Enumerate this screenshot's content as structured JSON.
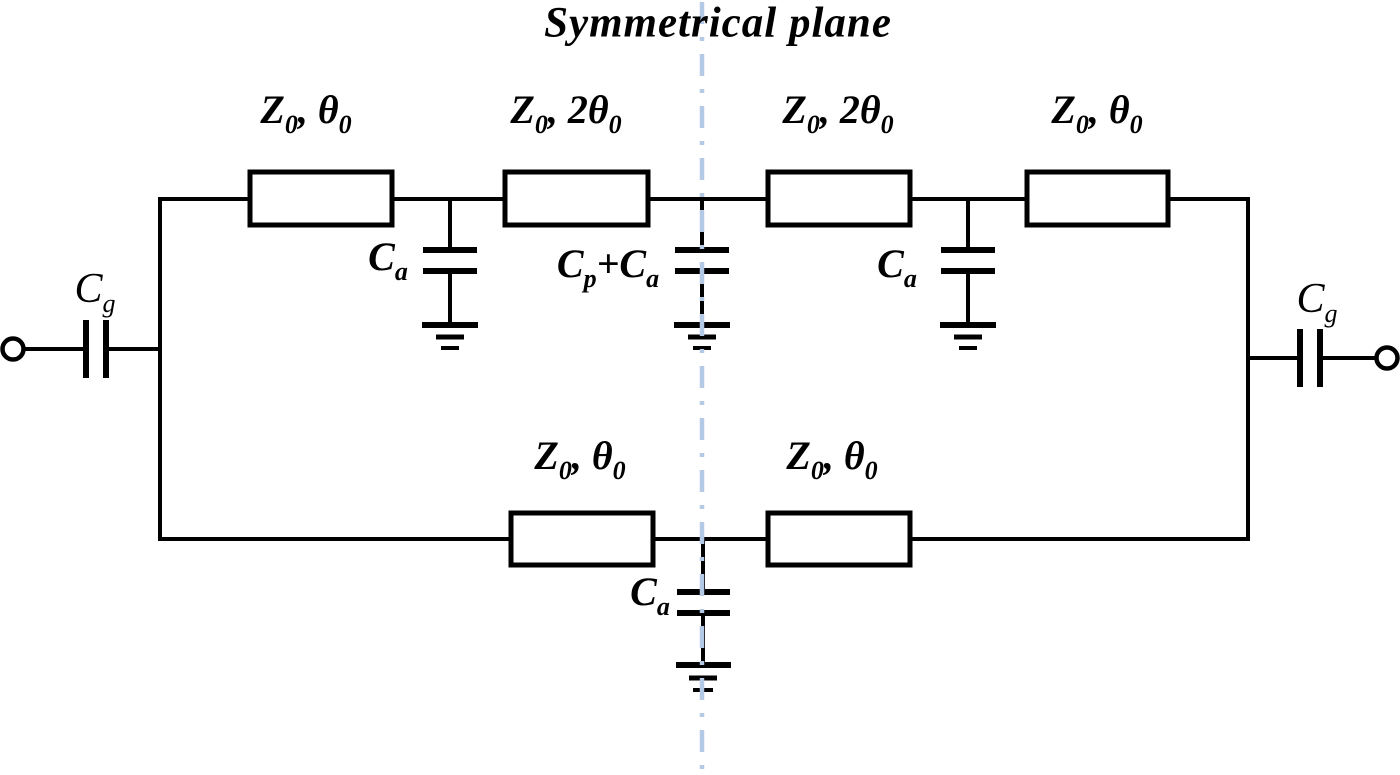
{
  "figure": {
    "title": "Symmetrical plane",
    "colors": {
      "ink": "#000000",
      "symmetry_line": "#b3c9e6",
      "background": "#ffffff"
    },
    "labels": {
      "tl_top_1": [
        {
          "t": "Z"
        },
        {
          "t": "0",
          "sub": true
        },
        {
          "t": ", "
        },
        {
          "t": "θ"
        },
        {
          "t": "0",
          "sub": true
        }
      ],
      "tl_top_2": [
        {
          "t": "Z"
        },
        {
          "t": "0",
          "sub": true
        },
        {
          "t": ", 2"
        },
        {
          "t": "θ"
        },
        {
          "t": "0",
          "sub": true
        }
      ],
      "tl_top_3": [
        {
          "t": "Z"
        },
        {
          "t": "0",
          "sub": true
        },
        {
          "t": ", 2"
        },
        {
          "t": "θ"
        },
        {
          "t": "0",
          "sub": true
        }
      ],
      "tl_top_4": [
        {
          "t": "Z"
        },
        {
          "t": "0",
          "sub": true
        },
        {
          "t": ", "
        },
        {
          "t": "θ"
        },
        {
          "t": "0",
          "sub": true
        }
      ],
      "tl_bottom_1": [
        {
          "t": "Z"
        },
        {
          "t": "0",
          "sub": true
        },
        {
          "t": ", "
        },
        {
          "t": "θ"
        },
        {
          "t": "0",
          "sub": true
        }
      ],
      "tl_bottom_2": [
        {
          "t": "Z"
        },
        {
          "t": "0",
          "sub": true
        },
        {
          "t": ", "
        },
        {
          "t": "θ"
        },
        {
          "t": "0",
          "sub": true
        }
      ],
      "cg_left": [
        {
          "t": "C"
        },
        {
          "t": "g",
          "sub": true
        }
      ],
      "cg_right": [
        {
          "t": "C"
        },
        {
          "t": "g",
          "sub": true
        }
      ],
      "ca_top_left": [
        {
          "t": "C"
        },
        {
          "t": "a",
          "sub": true
        }
      ],
      "cp_ca_center": [
        {
          "t": "C"
        },
        {
          "t": "p",
          "sub": true
        },
        {
          "t": "+"
        },
        {
          "t": "C"
        },
        {
          "t": "a",
          "sub": true
        }
      ],
      "ca_top_right": [
        {
          "t": "C"
        },
        {
          "t": "a",
          "sub": true
        }
      ],
      "ca_bottom": [
        {
          "t": "C"
        },
        {
          "t": "a",
          "sub": true
        }
      ]
    }
  }
}
